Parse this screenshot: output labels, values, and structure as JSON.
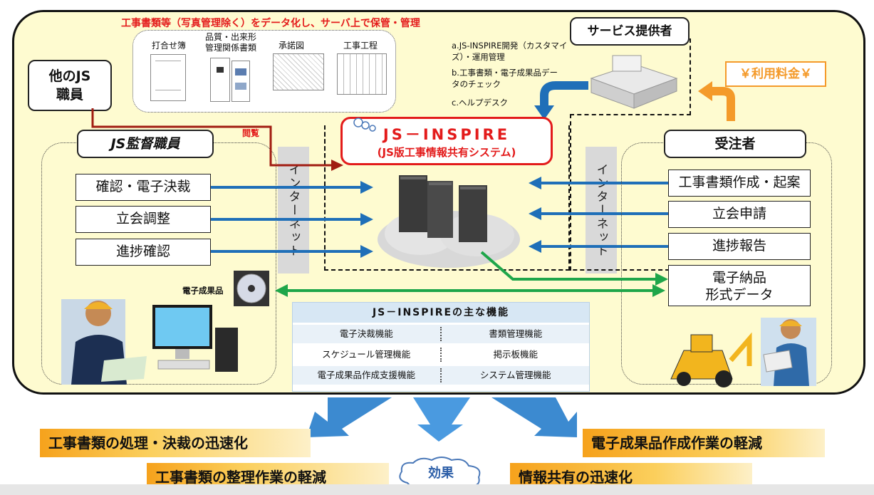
{
  "top_caption": "工事書類等（写真管理除く）をデータ化し、サーバ上で保管・管理",
  "documents": [
    {
      "label": "打合せ簿"
    },
    {
      "label": "品質・出来形\n管理関係書類"
    },
    {
      "label": "承諾図"
    },
    {
      "label": "工事工程"
    }
  ],
  "other_js_staff": "他のJS\n職員",
  "browse_label": "閲覧",
  "js_supervisor": "JS監督職員",
  "supervisor_tasks": [
    "確認・電子決裁",
    "立会調整",
    "進捗確認"
  ],
  "internet_label": "インターネット",
  "system_name": "JS－INSPIRE",
  "system_subtitle": "(JS版工事情報共有システム)",
  "service_provider": "サービス提供者",
  "service_items": [
    "a.JS-INSPIRE開発（カスタマイズ）・運用管理",
    "b.工事書類・電子成果品データのチェック",
    "c.ヘルプデスク"
  ],
  "usage_fee": "￥利用料金￥",
  "contractor": "受注者",
  "contractor_tasks": [
    "工事書類作成・起案",
    "立会申請",
    "進捗報告"
  ],
  "electronic_delivery": "電子納品\n形式データ",
  "electronic_deliverable_label": "電子成果品",
  "features": {
    "title": "JS－INSPIREの主な機能",
    "rows": [
      [
        "電子決裁機能",
        "書類管理機能"
      ],
      [
        "スケジュール管理機能",
        "掲示板機能"
      ],
      [
        "電子成果品作成支援機能",
        "システム管理機能"
      ]
    ]
  },
  "effects_label": "効果",
  "effects": [
    "工事書類の処理・決裁の迅速化",
    "電子成果品作成作業の軽減",
    "工事書類の整理作業の軽減",
    "情報共有の迅速化"
  ],
  "colors": {
    "frame_bg": "#fefbd0",
    "red": "#e31b1b",
    "blue_arrow": "#1f6fb8",
    "green_arrow": "#1fa64a",
    "orange": "#f49a2a",
    "dark_red_line": "#a11d12"
  }
}
